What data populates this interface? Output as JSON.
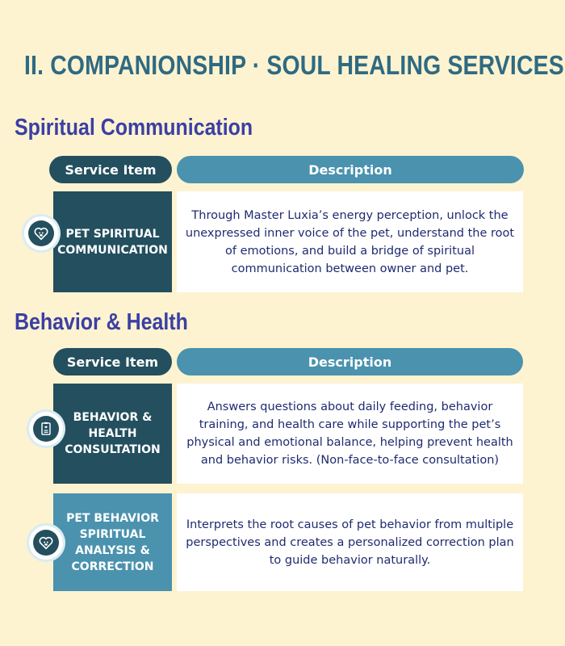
{
  "page": {
    "title": "II. COMPANIONSHIP · SOUL HEALING SERVICES"
  },
  "sections": [
    {
      "title": "Spiritual Communication",
      "header_item": "Service Item",
      "header_desc": "Description",
      "rows": [
        {
          "item": "PET SPIRITUAL COMMUNICATION",
          "icon": "heart-paw-icon",
          "description": "Through Master Luxia’s energy perception, unlock the unexpressed inner voice of the pet, understand the root of emotions, and build a bridge of spiritual communication between owner and pet."
        }
      ]
    },
    {
      "title": "Behavior & Health",
      "header_item": "Service Item",
      "header_desc": "Description",
      "rows": [
        {
          "item": "BEHAVIOR & HEALTH CONSULTATION",
          "icon": "consultation-document-icon",
          "description": "Answers questions about daily feeding, behavior training, and health care while supporting the pet’s physical and emotional balance, helping prevent health and behavior risks. (Non-face-to-face consultation)"
        },
        {
          "item": "PET BEHAVIOR SPIRITUAL ANALYSIS & CORRECTION",
          "icon": "heart-paw-icon",
          "description": "Interprets the root causes of pet behavior from multiple perspectives and creates a personalized correction plan to guide behavior naturally."
        }
      ]
    }
  ],
  "colors": {
    "background": "#fdf3d0",
    "title": "#2f6a82",
    "section_title": "#3b3fa4",
    "dark_teal": "#234f5e",
    "light_teal": "#4a92ae",
    "description_text": "#1f2b70"
  }
}
